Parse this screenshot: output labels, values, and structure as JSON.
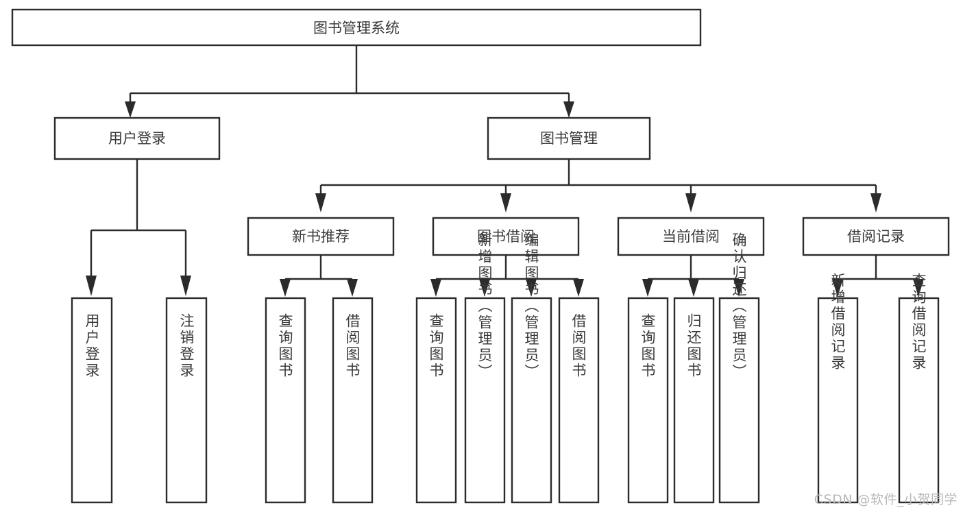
{
  "diagram": {
    "title": "图书管理系统",
    "type": "hierarchy-tree",
    "root": {
      "id": "root",
      "label": "图书管理系统"
    },
    "level2": [
      {
        "id": "user-login",
        "label": "用户登录"
      },
      {
        "id": "book-management",
        "label": "图书管理"
      }
    ],
    "level3": [
      {
        "id": "new-book-recommend",
        "label": "新书推荐",
        "parent": "book-management"
      },
      {
        "id": "book-borrow",
        "label": "图书借阅",
        "parent": "book-management"
      },
      {
        "id": "current-borrow",
        "label": "当前借阅",
        "parent": "book-management"
      },
      {
        "id": "borrow-record",
        "label": "借阅记录",
        "parent": "book-management"
      }
    ],
    "leaves": [
      {
        "id": "leaf-user-login",
        "label": "用户登录",
        "parent": "user-login"
      },
      {
        "id": "leaf-logout-login",
        "label": "注销登录",
        "parent": "user-login"
      },
      {
        "id": "leaf-query-book-1",
        "label": "查询图书",
        "parent": "new-book-recommend"
      },
      {
        "id": "leaf-borrow-book-1",
        "label": "借阅图书",
        "parent": "new-book-recommend"
      },
      {
        "id": "leaf-query-book-2",
        "label": "查询图书",
        "parent": "book-borrow"
      },
      {
        "id": "leaf-add-book",
        "label": "新增图书（管理员）",
        "parent": "book-borrow"
      },
      {
        "id": "leaf-edit-book",
        "label": "编辑图书（管理员）",
        "parent": "book-borrow"
      },
      {
        "id": "leaf-borrow-book-2",
        "label": "借阅图书",
        "parent": "book-borrow"
      },
      {
        "id": "leaf-query-book-3",
        "label": "查询图书",
        "parent": "current-borrow"
      },
      {
        "id": "leaf-return-book",
        "label": "归还图书",
        "parent": "current-borrow"
      },
      {
        "id": "leaf-confirm-return",
        "label": "确认归还（管理员）",
        "parent": "current-borrow"
      },
      {
        "id": "leaf-add-record",
        "label": "新增借阅记录",
        "parent": "borrow-record"
      },
      {
        "id": "leaf-query-record",
        "label": "查询借阅记录",
        "parent": "borrow-record"
      }
    ],
    "colors": {
      "stroke": "#2b2b2b",
      "text": "#3a3a3a",
      "background": "#ffffff",
      "watermark": "#b8b8b8"
    }
  },
  "watermark": {
    "text": "CSDN @软件_小贺同学"
  }
}
